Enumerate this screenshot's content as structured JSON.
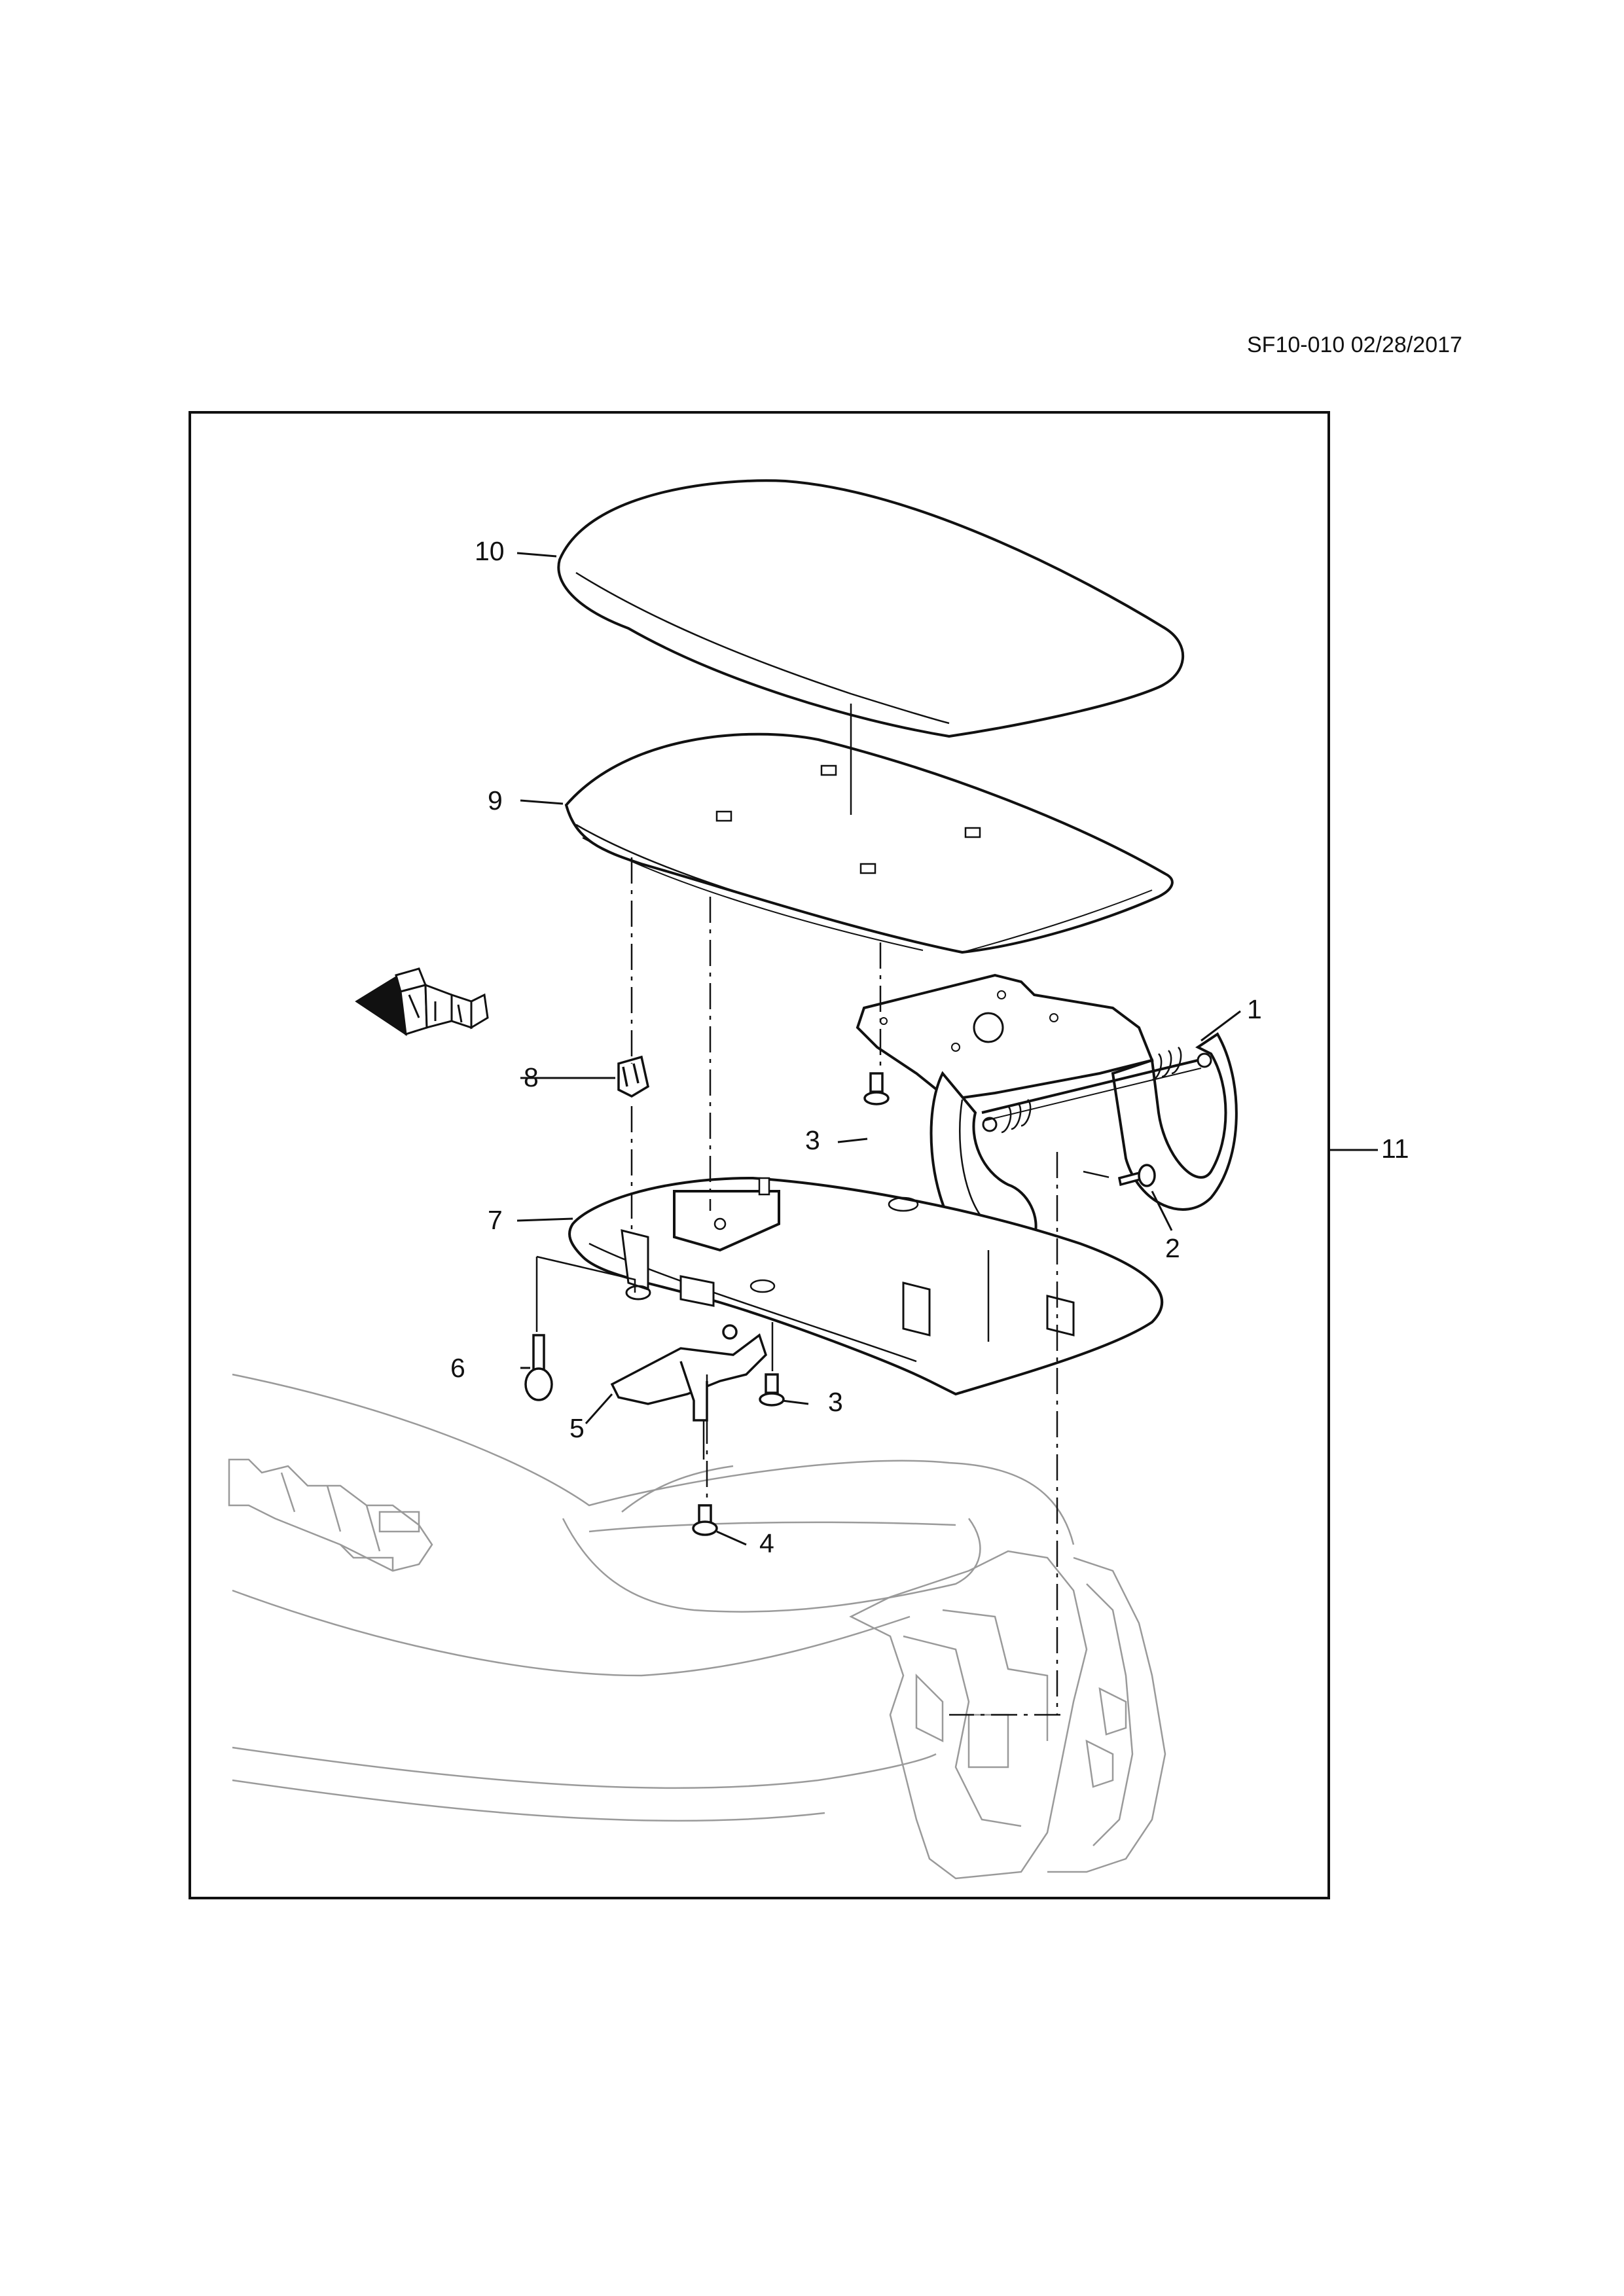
{
  "document": {
    "reference": "SF10-010 02/28/2017"
  },
  "callouts": [
    {
      "id": "c10",
      "label": "10",
      "part": "armrest-cover"
    },
    {
      "id": "c9",
      "label": "9",
      "part": "armrest-lid"
    },
    {
      "id": "c1",
      "label": "1",
      "part": "hinge-assembly"
    },
    {
      "id": "c3a",
      "label": "3",
      "part": "screw"
    },
    {
      "id": "c8",
      "label": "8",
      "part": "clip"
    },
    {
      "id": "c2",
      "label": "2",
      "part": "bolt"
    },
    {
      "id": "c11",
      "label": "11",
      "part": "armrest-assembly"
    },
    {
      "id": "c7",
      "label": "7",
      "part": "armrest-base"
    },
    {
      "id": "c6",
      "label": "6",
      "part": "plug"
    },
    {
      "id": "c3b",
      "label": "3",
      "part": "screw"
    },
    {
      "id": "c5",
      "label": "5",
      "part": "latch-bracket"
    },
    {
      "id": "c4",
      "label": "4",
      "part": "screw"
    }
  ],
  "icons": {
    "front_indicator": "vehicle-front-arrow-icon"
  },
  "colors": {
    "line": "#111111",
    "background": "#ffffff",
    "phantom": "#9a9a9a"
  }
}
